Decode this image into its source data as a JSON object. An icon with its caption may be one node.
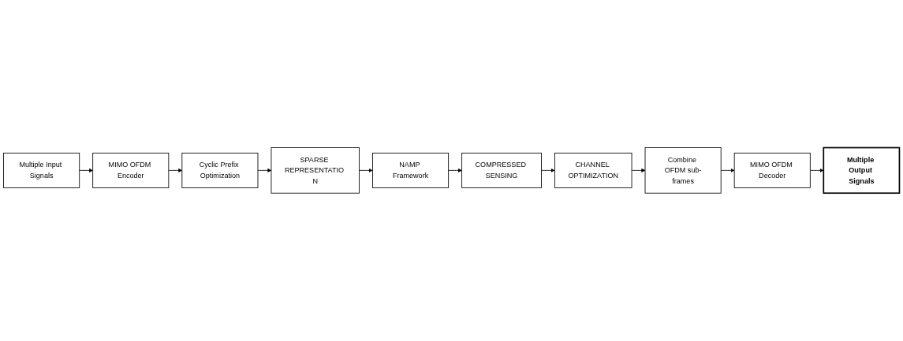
{
  "diagram": {
    "nodes": [
      {
        "text": [
          "Multiple Input Signals"
        ]
      },
      {
        "text": [
          "MIMO OFDM Encoder"
        ]
      },
      {
        "text": [
          "Cyclic Prefix Optimization"
        ]
      },
      {
        "text": [
          "SPARSE REPRESENTATIO N"
        ]
      },
      {
        "text": [
          "NAMP Framework"
        ]
      },
      {
        "text": [
          "COMPRESSED SENSING"
        ]
      },
      {
        "text": [
          "CHANNEL OPTIMIZATION"
        ]
      },
      {
        "text": [
          "Combine OFDM sub-frames"
        ]
      },
      {
        "text": [
          "MIMO OFDM Decoder"
        ]
      },
      {
        "text": [
          "Multiple Output Signals"
        ]
      }
    ],
    "edges": [
      {
        "from": 0,
        "to": 1,
        "arrow": "to"
      },
      {
        "from": 1,
        "to": 2,
        "arrow": "to"
      },
      {
        "from": 2,
        "to": 3,
        "arrow": "to"
      },
      {
        "from": 3,
        "to": 4,
        "arrow": "to"
      },
      {
        "from": 4,
        "to": 5,
        "arrow": "to"
      },
      {
        "from": 5,
        "to": 6,
        "arrow": "to"
      },
      {
        "from": 6,
        "to": 7,
        "arrow": "to"
      },
      {
        "from": 7,
        "to": 8,
        "arrow": "to"
      },
      {
        "from": 8,
        "to": 9,
        "arrow": "to"
      }
    ]
  }
}
